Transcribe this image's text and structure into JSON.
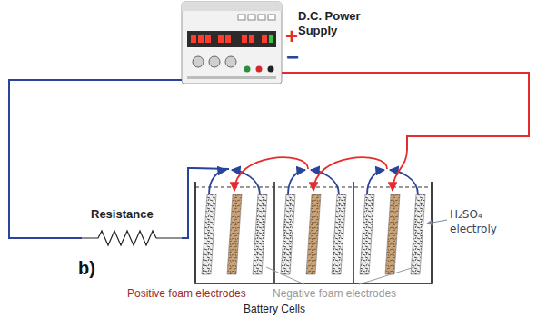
{
  "diagram": {
    "nodes": [
      {
        "text": [
          "D.C. Power Supply"
        ]
      },
      {
        "text": [
          "Resistance"
        ]
      },
      {
        "text": [
          "Battery Cells"
        ]
      }
    ],
    "edges": [
      {
        "from": 0,
        "to": 1,
        "arrow": "none"
      },
      {
        "from": 1,
        "to": 2,
        "arrow": "none"
      },
      {
        "from": 0,
        "to": 2,
        "arrow": "none"
      }
    ],
    "labels": [
      "+",
      "−",
      "H₂SO₄ electroly",
      "b)",
      "Positive foam electrodes",
      "Negative foam electrodes"
    ]
  }
}
